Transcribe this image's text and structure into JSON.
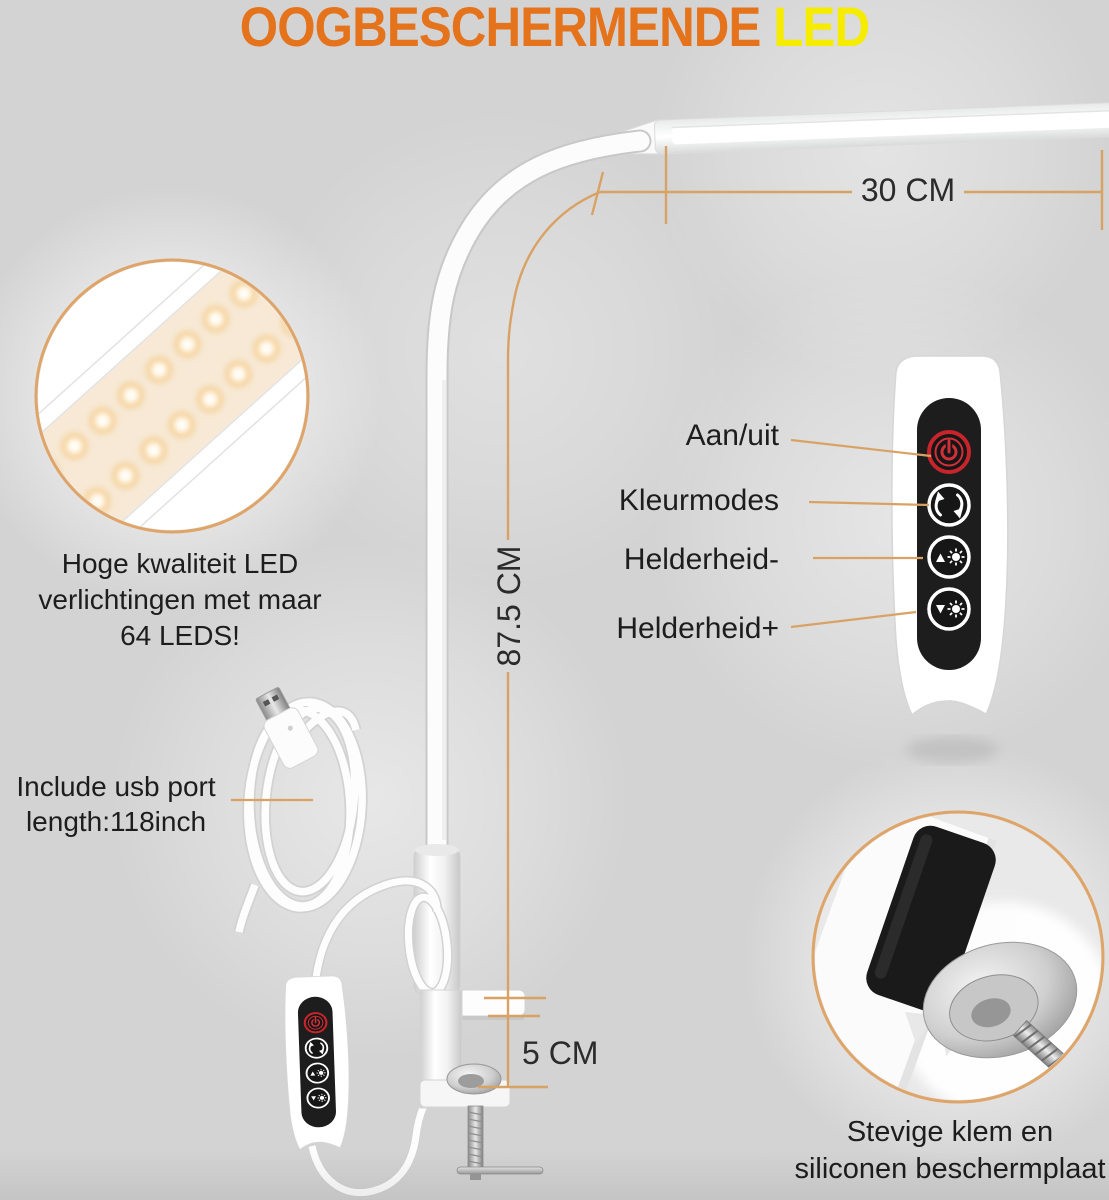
{
  "title": {
    "main": "OOGBESCHERMENDE",
    "highlight": "LED"
  },
  "dimensions": {
    "arm": "30 CM",
    "height": "87.5 CM",
    "clamp": "5 CM"
  },
  "led_callout": {
    "line1": "Hoge kwaliteit LED",
    "line2": "verlichtingen met maar",
    "line3": "64 LEDS!"
  },
  "usb_callout": {
    "line1": "Include usb port",
    "line2": "length:118inch"
  },
  "remote_labels": {
    "power": "Aan/uit",
    "color_modes": "Kleurmodes",
    "brightness_down": "Helderheid-",
    "brightness_up": "Helderheid+"
  },
  "clamp_callout": {
    "line1": "Stevige klem en",
    "line2": "siliconen beschermplaat"
  },
  "icons": {
    "power": "power-icon",
    "color_modes": "cycle-arrows-icon",
    "brightness_down": "triangle-up-sun-icon",
    "brightness_up": "triangle-down-sun-icon"
  },
  "colors": {
    "background": "#d3d3d3",
    "title_main": "#e4731c",
    "title_highlight": "#f6ec00",
    "callout_line": "#d9a265",
    "text": "#1d1d1d",
    "remote_panel": "#1d1d1d",
    "power_red": "#c8242b",
    "led_warm": "#f5c67f"
  }
}
